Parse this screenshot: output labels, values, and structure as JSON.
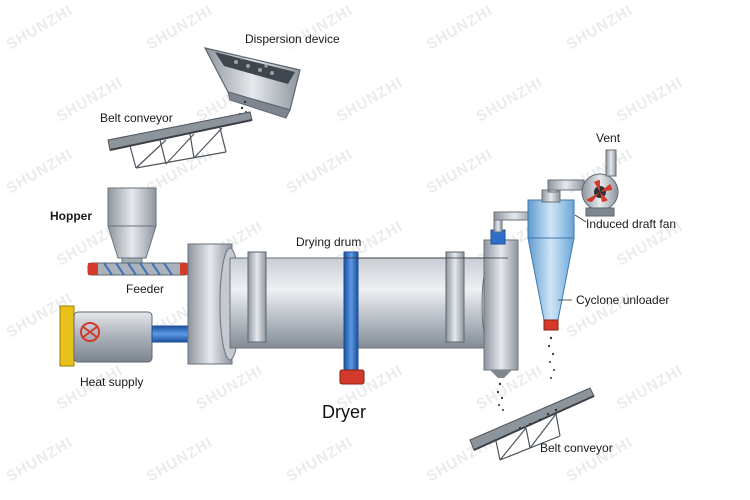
{
  "labels": {
    "dispersion_device": "Dispersion device",
    "belt_conveyor_top": "Belt conveyor",
    "hopper": "Hopper",
    "feeder": "Feeder",
    "heat_supply": "Heat supply",
    "drying_drum": "Drying drum",
    "dryer": "Dryer",
    "vent": "Vent",
    "induced_draft_fan": "Induced draft fan",
    "cyclone_unloader": "Cyclone unloader",
    "belt_conveyor_bottom": "Belt conveyor"
  },
  "watermark": {
    "text": "SHUNZHI"
  },
  "colors": {
    "steel_light": "#dfe3e8",
    "steel_mid": "#aab2bb",
    "steel_dark": "#6f7882",
    "blue_pipe": "#2f6fc9",
    "red_accent": "#d33a2c",
    "yellow": "#e8c21a",
    "cyclone_blue": "#8fc1e6"
  }
}
